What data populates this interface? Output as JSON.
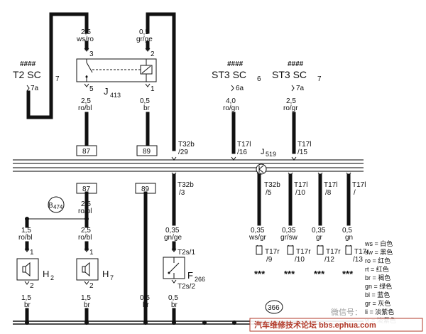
{
  "refs": {
    "t2sc7": {
      "hash": "####",
      "label": "T2  SC",
      "sub": "7",
      "pin": "7a"
    },
    "st3sc6": {
      "hash": "####",
      "label": "ST3  SC",
      "sub": "6",
      "pin": "6a"
    },
    "st3sc7": {
      "hash": "####",
      "label": "ST3  SC",
      "sub": "7",
      "pin": "7a"
    }
  },
  "relay": {
    "label": "J",
    "sub": "413"
  },
  "module": {
    "label": "J",
    "sub": "519"
  },
  "wires_top": [
    {
      "gauge": "2,5",
      "color": "ws/ro",
      "pin": "3"
    },
    {
      "gauge": "0,5",
      "color": "gr/ge",
      "pin": "2"
    },
    {
      "gauge": "2,5",
      "color": "ro/bl",
      "pin": "5"
    },
    {
      "gauge": "0,5",
      "color": "br",
      "pin": "1"
    },
    {
      "gauge": "4,0",
      "color": "ro/gn"
    },
    {
      "gauge": "2,5",
      "color": "ro/gr"
    }
  ],
  "fuse_boxes": [
    "87",
    "89",
    "87",
    "89"
  ],
  "connectors_top": [
    {
      "name": "T32b",
      "pin": "/29"
    },
    {
      "name": "T17l",
      "pin": "/16"
    },
    {
      "name": "T17l",
      "pin": "/15"
    }
  ],
  "connectors_mid": [
    {
      "name": "T32b",
      "pin": "/3"
    },
    {
      "name": "T32b",
      "pin": "/5"
    },
    {
      "name": "T17l",
      "pin": "/10"
    },
    {
      "name": "T17l",
      "pin": "/8"
    },
    {
      "name": "T17l",
      "pin": "/"
    }
  ],
  "b474": {
    "label": "B",
    "sub": "474",
    "gauge": "2,5",
    "color": "ro/bl"
  },
  "lower_wires": [
    {
      "gauge": "1,5",
      "color": "ro/bl",
      "pin": "1"
    },
    {
      "gauge": "2,5",
      "color": "ro/bl",
      "pin": "1"
    },
    {
      "gauge": "0,35",
      "color": "gn/ge"
    },
    {
      "gauge": "0,35",
      "color": "ws/gr"
    },
    {
      "gauge": "0,35",
      "color": "gr/sw"
    },
    {
      "gauge": "0,35",
      "color": "gr"
    },
    {
      "gauge": "0,5",
      "color": "gn"
    }
  ],
  "horns": [
    {
      "label": "H",
      "sub": "2",
      "pin": "2",
      "gauge": "1,5",
      "color": "br"
    },
    {
      "label": "H",
      "sub": "7",
      "pin": "2",
      "gauge": "1,5",
      "color": "br"
    }
  ],
  "mid_ground": {
    "gauge": "0,5",
    "color": "br"
  },
  "switch": {
    "label": "F",
    "sub": "266",
    "pin_top": "T2s/1",
    "pin_bot": "T2s/2",
    "gauge": "0,5",
    "color": "br"
  },
  "t17r": [
    {
      "name": "T17r",
      "pin": "/9"
    },
    {
      "name": "T17r",
      "pin": "/10"
    },
    {
      "name": "T17r",
      "pin": "/12"
    },
    {
      "name": "T17r",
      "pin": "/13"
    }
  ],
  "stars": "***",
  "ground_ref": "366",
  "legend": [
    "ws = 白色",
    "sw = 黑色",
    "ro = 红色",
    "rt = 红色",
    "br = 褐色",
    "gn = 绿色",
    "bl = 蓝色",
    "gr = 灰色",
    "li = 淡紫色",
    "vi = 淡紫色"
  ],
  "watermark": {
    "wechat": "微信号：",
    "site": "汽车维修技术论坛 bbs.ephua.com"
  },
  "colors": {
    "banner": "#b23a2a",
    "ink": "#111111"
  }
}
